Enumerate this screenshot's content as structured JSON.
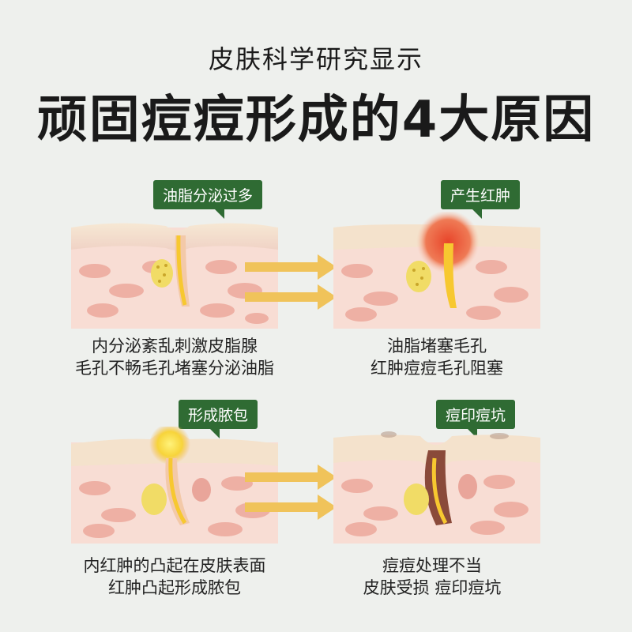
{
  "header": {
    "subtitle": "皮肤科学研究显示",
    "title": "顽固痘痘形成的4大原因"
  },
  "panels": [
    {
      "badge": "油脂分泌过多",
      "caption1": "内分泌紊乱刺激皮脂腺",
      "caption2": "毛孔不畅毛孔堵塞分泌油脂"
    },
    {
      "badge": "产生红肿",
      "caption1": "油脂堵塞毛孔",
      "caption2": "红肿痘痘毛孔阻塞"
    },
    {
      "badge": "形成脓包",
      "caption1": "内红肿的凸起在皮肤表面",
      "caption2": "红肿凸起形成脓包"
    },
    {
      "badge": "痘印痘坑",
      "caption1": "痘痘处理不当",
      "caption2": "皮肤受损 痘印痘坑"
    }
  ],
  "colors": {
    "badge": "#2f6b33",
    "arrow": "#f0c35a",
    "skin_surface": "#f3e3cf",
    "skin_body": "#f6d7cf",
    "cell": "#e79a8d",
    "inflammation": "#e8452a",
    "pus": "#f7d43a"
  }
}
